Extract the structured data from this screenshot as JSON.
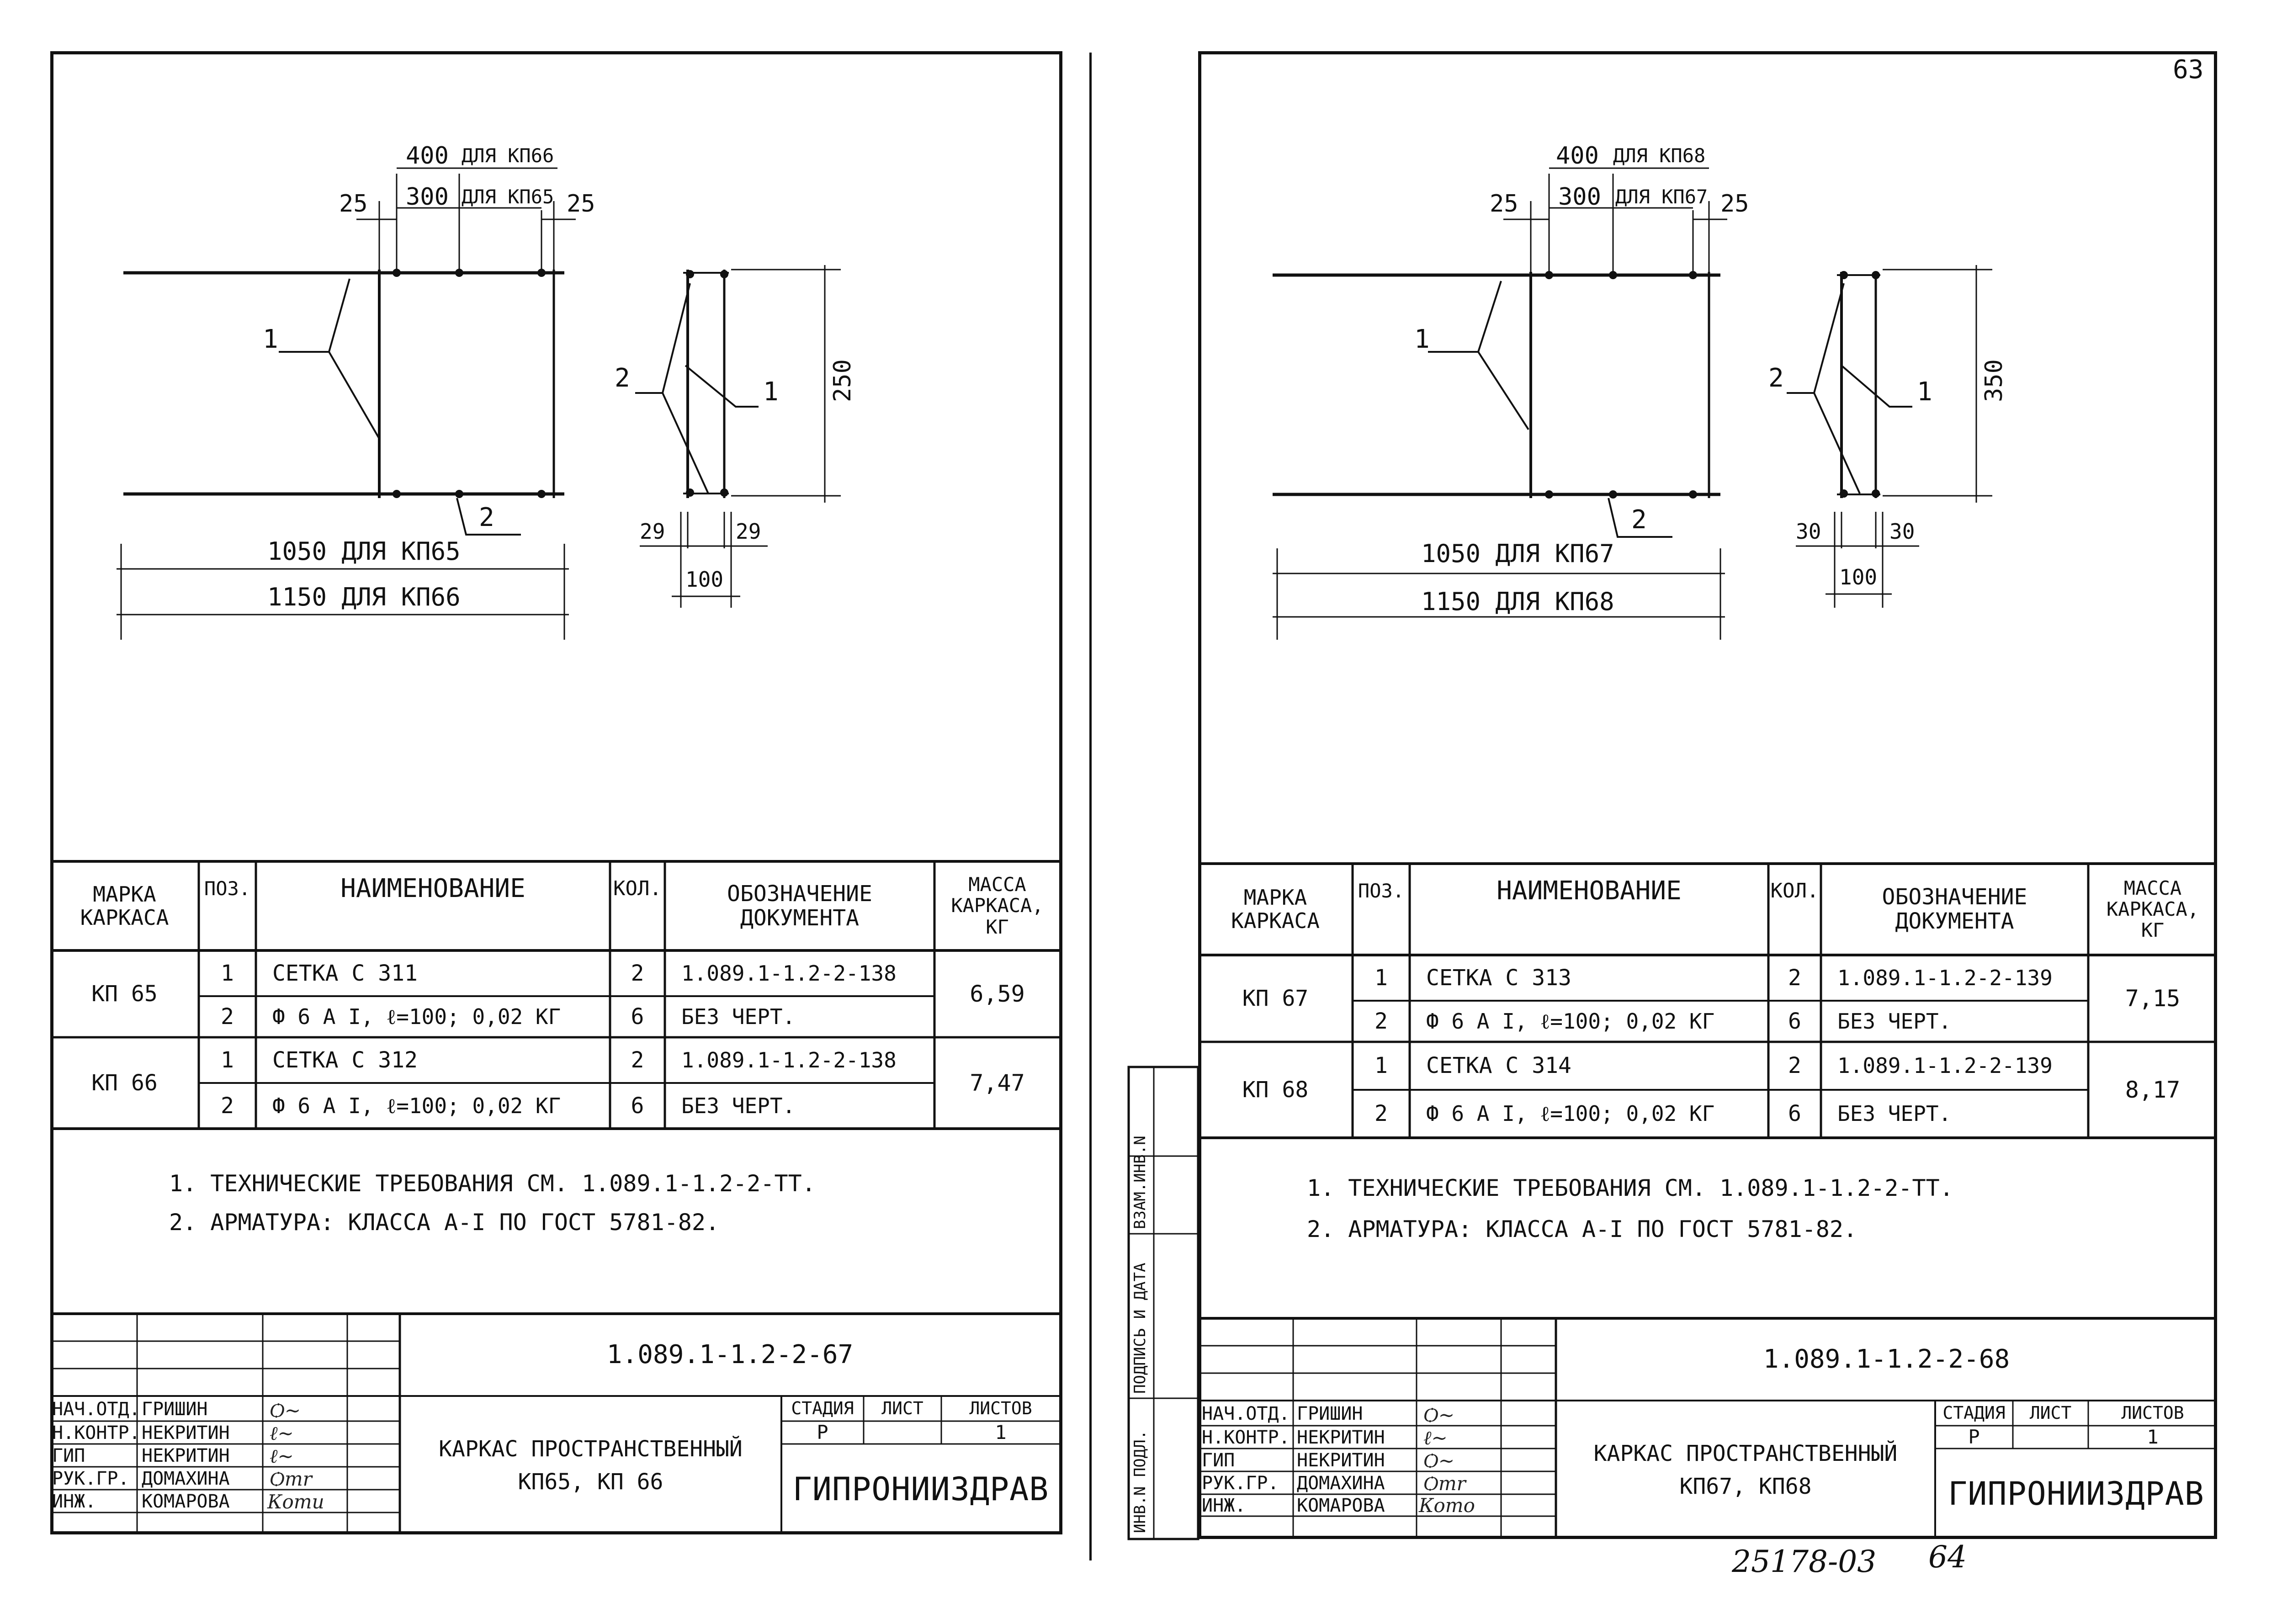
{
  "sheets": [
    {
      "id": "left",
      "dims": {
        "w400": "400",
        "w400_for": "ДЛЯ КП66",
        "w300": "300",
        "w300_for": "ДЛЯ КП65",
        "edge_left": "25",
        "edge_right": "25",
        "len1050": "1050 ДЛЯ КП65",
        "len1150": "1150 ДЛЯ КП66",
        "height": "250",
        "side_left": "29",
        "side_right": "29",
        "depth": "100",
        "pos1": "1",
        "pos2": "2",
        "pos1_side": "1",
        "pos2_side": "2"
      },
      "spec": {
        "headers": {
          "mark": "МАРКА\nКАРКАСА",
          "pos": "ПОЗ.",
          "name": "НАИМЕНОВАНИЕ",
          "qty": "КОЛ.",
          "doc": "ОБОЗНАЧЕНИЕ\nДОКУМЕНТА",
          "mass": "МАССА\nКАРКАСА,\nКГ"
        },
        "rows": [
          {
            "mark": "КП 65",
            "mass": "6,59",
            "items": [
              {
                "pos": "1",
                "name": "СЕТКА  С 311",
                "qty": "2",
                "doc": "1.089.1-1.2-2-138"
              },
              {
                "pos": "2",
                "name": "Ф 6 A I,  ℓ=100;  0,02 КГ",
                "qty": "6",
                "doc": "БЕЗ ЧЕРТ."
              }
            ]
          },
          {
            "mark": "КП 66",
            "mass": "7,47",
            "items": [
              {
                "pos": "1",
                "name": "СЕТКА  С 312",
                "qty": "2",
                "doc": "1.089.1-1.2-2-138"
              },
              {
                "pos": "2",
                "name": "Ф 6 A I,  ℓ=100;  0,02 КГ",
                "qty": "6",
                "doc": "БЕЗ ЧЕРТ."
              }
            ]
          }
        ]
      },
      "notes": [
        "1. ТЕХНИЧЕСКИЕ   ТРЕБОВАНИЯ СМ. 1.089.1-1.2-2-ТТ.",
        "2. АРМАТУРА:  КЛАССА   А-I  ПО  ГОСТ  5781-82."
      ],
      "title_block": {
        "code": "1.089.1-1.2-2-67",
        "roles": [
          "НАЧ.ОТД.",
          "Н.КОНТР.",
          "ГИП",
          "РУК.ГР.",
          "ИНЖ."
        ],
        "names": [
          "ГРИШИН",
          "НЕКРИТИН",
          "НЕКРИТИН",
          "ДОМАХИНА",
          "КОМАРОВА"
        ],
        "signatures": [
          "Ѻ~",
          "ℓ~",
          "ℓ~",
          "Ѻmr",
          "Кomu"
        ],
        "title": "КАРКАС ПРОСТРАНСТВЕННЫЙ\nКП65, КП 66",
        "stage_label": "СТАДИЯ",
        "sheet_label": "ЛИСТ",
        "sheets_label": "ЛИСТОВ",
        "stage": "Р",
        "sheet": "",
        "sheets": "1",
        "org": "ГИПРОНИИЗДРАВ"
      }
    },
    {
      "id": "right",
      "dims": {
        "w400": "400",
        "w400_for": "ДЛЯ КП68",
        "w300": "300",
        "w300_for": "ДЛЯ КП67",
        "edge_left": "25",
        "edge_right": "25",
        "len1050": "1050 ДЛЯ КП67",
        "len1150": "1150 ДЛЯ КП68",
        "height": "350",
        "side_left": "30",
        "side_right": "30",
        "depth": "100",
        "pos1": "1",
        "pos2": "2",
        "pos1_side": "1",
        "pos2_side": "2"
      },
      "spec": {
        "headers": {
          "mark": "МАРКА\nКАРКАСА",
          "pos": "ПОЗ.",
          "name": "НАИМЕНОВАНИЕ",
          "qty": "КОЛ.",
          "doc": "ОБОЗНАЧЕНИЕ\nДОКУМЕНТА",
          "mass": "МАССА\nКАРКАСА,\nКГ"
        },
        "rows": [
          {
            "mark": "КП 67",
            "mass": "7,15",
            "items": [
              {
                "pos": "1",
                "name": "СЕТКА  С 313",
                "qty": "2",
                "doc": "1.089.1-1.2-2-139"
              },
              {
                "pos": "2",
                "name": "Ф 6 A I,  ℓ=100;  0,02 КГ",
                "qty": "6",
                "doc": "БЕЗ ЧЕРТ."
              }
            ]
          },
          {
            "mark": "КП 68",
            "mass": "8,17",
            "items": [
              {
                "pos": "1",
                "name": "СЕТКА  С 314",
                "qty": "2",
                "doc": "1.089.1-1.2-2-139"
              },
              {
                "pos": "2",
                "name": "Ф 6 A I,  ℓ=100;  0,02 КГ",
                "qty": "6",
                "doc": "БЕЗ ЧЕРТ."
              }
            ]
          }
        ]
      },
      "notes": [
        "1. ТЕХНИЧЕСКИЕ   ТРЕБОВАНИЯ  СМ.  1.089.1-1.2-2-ТТ.",
        "2. АРМАТУРА:  КЛАССА   А-I  ПО  ГОСТ  5781-82."
      ],
      "title_block": {
        "code": "1.089.1-1.2-2-68",
        "roles": [
          "НАЧ.ОТД.",
          "Н.КОНТР.",
          "ГИП",
          "РУК.ГР.",
          "ИНЖ."
        ],
        "names": [
          "ГРИШИН",
          "НЕКРИТИН",
          "НЕКРИТИН",
          "ДОМАХИНА",
          "КОМАРОВА"
        ],
        "signatures": [
          "Ѻ~",
          "ℓ~",
          "Ѻ~",
          "Ѻmr",
          "Кomo"
        ],
        "title": "КАРКАС ПРОСТРАНСТВЕННЫЙ\nКП67, КП68",
        "stage_label": "СТАДИЯ",
        "sheet_label": "ЛИСТ",
        "sheets_label": "ЛИСТОВ",
        "stage": "Р",
        "sheet": "",
        "sheets": "1",
        "org": "ГИПРОНИИЗДРАВ"
      },
      "side_stamp": [
        "ИНВ.N ПОДЛ.",
        "ПОДПИСЬ И ДАТА",
        "ВЗАМ.ИНВ.N"
      ]
    }
  ],
  "page_number": "63",
  "archive_number": "25178-03",
  "archive_page": "64"
}
